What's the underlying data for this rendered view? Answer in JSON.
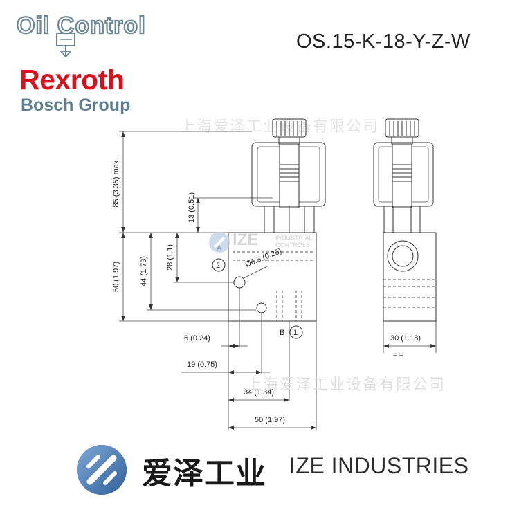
{
  "header": {
    "model_code": "OS.15-K-18-Y-Z-W",
    "brand_oilcontrol": "Oil Control",
    "brand_rexroth": "Rexroth",
    "brand_bosch": "Bosch Group"
  },
  "watermarks": {
    "company_cn_top": "上海爱泽工业设备有限公司",
    "company_cn_mid": "上海爱泽工业设备有限公司",
    "ize_logo_text": "IZE",
    "ize_sub_line1": "INDUSTRIAL",
    "ize_sub_line2": "CONTROLS"
  },
  "drawing": {
    "dimensions": {
      "height_max": "85 (3.35) max.",
      "top_offset": "13 (0.51)",
      "body_height": "50 (1.97)",
      "port_b_height": "44 (1.73)",
      "port_a_height": "28 (1.1)",
      "hole_diameter": "Ø6.5 (0.26)",
      "port_a_x": "6 (0.24)",
      "port_b_x": "19 (0.75)",
      "port_center_x": "34 (1.34)",
      "body_width": "50 (1.97)",
      "side_width": "30 (1.18)"
    },
    "ports": {
      "port_a": "A",
      "port_b": "B",
      "marker_1": "1",
      "marker_2": "2"
    },
    "symmetry_marks": "= ="
  },
  "footer": {
    "company_cn": "爱泽工业",
    "company_en": "IZE INDUSTRIES"
  },
  "colors": {
    "rexroth_red": "#d9121f",
    "bosch_blue": "#5d7d90",
    "oilcontrol_blue": "#6b8797",
    "ize_logo_blue": "#2f5f9a",
    "ize_logo_light": "#7fa8d6"
  }
}
